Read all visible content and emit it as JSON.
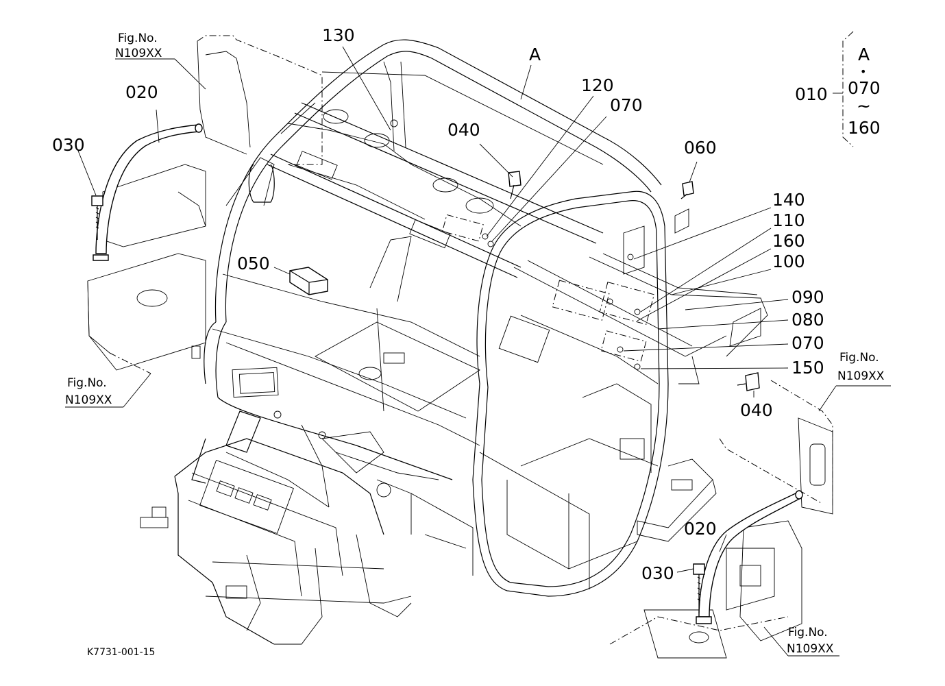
{
  "drawing_code": "K7731-001-15",
  "figure_refs": {
    "top_left": {
      "fig": "Fig.No.",
      "no": "N109XX"
    },
    "mid_left": {
      "fig": "Fig.No.",
      "no": "N109XX"
    },
    "mid_right": {
      "fig": "Fig.No.",
      "no": "N109XX"
    },
    "bottom_right": {
      "fig": "Fig.No.",
      "no": "N109XX"
    }
  },
  "assembly_bracket": {
    "parent": "010",
    "top": "A",
    "dot": "•",
    "from": "070",
    "tilde": "~",
    "to": "160"
  },
  "callouts": {
    "c130": "130",
    "cA": "A",
    "c120": "120",
    "c070_top": "070",
    "c040_top": "040",
    "c060": "060",
    "c020_left": "020",
    "c030_left": "030",
    "c050": "050",
    "c140": "140",
    "c110": "110",
    "c160": "160",
    "c100": "100",
    "c090": "090",
    "c080": "080",
    "c070_right": "070",
    "c150": "150",
    "c040_right": "040",
    "c020_right": "020",
    "c030_right": "030"
  }
}
